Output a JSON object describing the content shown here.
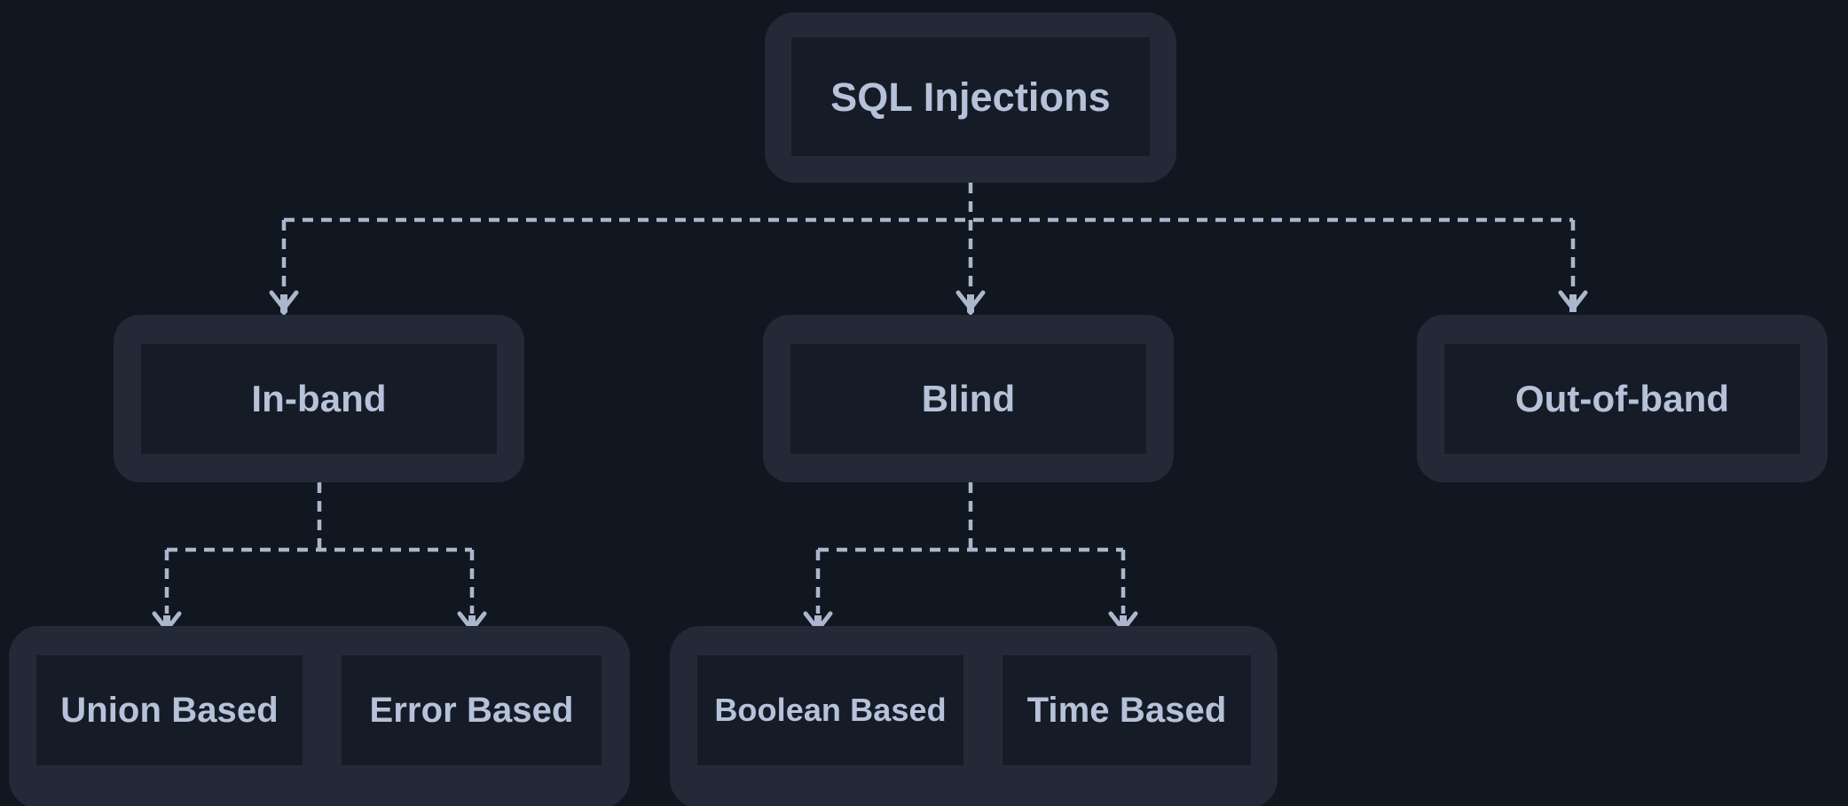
{
  "diagram": {
    "title": "SQL Injections",
    "type": "tree",
    "theme": {
      "background": "#111720",
      "card": "#232936",
      "inner": "#161c27",
      "text": "#b6c2d9",
      "edge": "#aab7cd"
    },
    "root": {
      "label": "SQL Injections"
    },
    "level2": [
      {
        "label": "In-band"
      },
      {
        "label": "Blind"
      },
      {
        "label": "Out-of-band"
      }
    ],
    "level3": {
      "inband": [
        {
          "label": "Union Based"
        },
        {
          "label": "Error Based"
        }
      ],
      "blind": [
        {
          "label": "Boolean Based"
        },
        {
          "label": "Time Based"
        }
      ]
    }
  },
  "chart_data": {
    "type": "tree",
    "title": "SQL Injections",
    "nodes": [
      {
        "id": "sql-injections",
        "label": "SQL Injections",
        "level": 0,
        "parent": null
      },
      {
        "id": "in-band",
        "label": "In-band",
        "level": 1,
        "parent": "sql-injections"
      },
      {
        "id": "blind",
        "label": "Blind",
        "level": 1,
        "parent": "sql-injections"
      },
      {
        "id": "out-of-band",
        "label": "Out-of-band",
        "level": 1,
        "parent": "sql-injections"
      },
      {
        "id": "union-based",
        "label": "Union Based",
        "level": 2,
        "parent": "in-band"
      },
      {
        "id": "error-based",
        "label": "Error Based",
        "level": 2,
        "parent": "in-band"
      },
      {
        "id": "boolean-based",
        "label": "Boolean Based",
        "level": 2,
        "parent": "blind"
      },
      {
        "id": "time-based",
        "label": "Time Based",
        "level": 2,
        "parent": "blind"
      }
    ],
    "edges": [
      {
        "from": "sql-injections",
        "to": "in-band",
        "style": "dashed",
        "arrow": true
      },
      {
        "from": "sql-injections",
        "to": "blind",
        "style": "dashed",
        "arrow": true
      },
      {
        "from": "sql-injections",
        "to": "out-of-band",
        "style": "dashed",
        "arrow": true
      },
      {
        "from": "in-band",
        "to": "union-based",
        "style": "dashed",
        "arrow": true
      },
      {
        "from": "in-band",
        "to": "error-based",
        "style": "dashed",
        "arrow": true
      },
      {
        "from": "blind",
        "to": "boolean-based",
        "style": "dashed",
        "arrow": true
      },
      {
        "from": "blind",
        "to": "time-based",
        "style": "dashed",
        "arrow": true
      }
    ],
    "orientation": "top-down",
    "legend": null,
    "grid": false
  }
}
